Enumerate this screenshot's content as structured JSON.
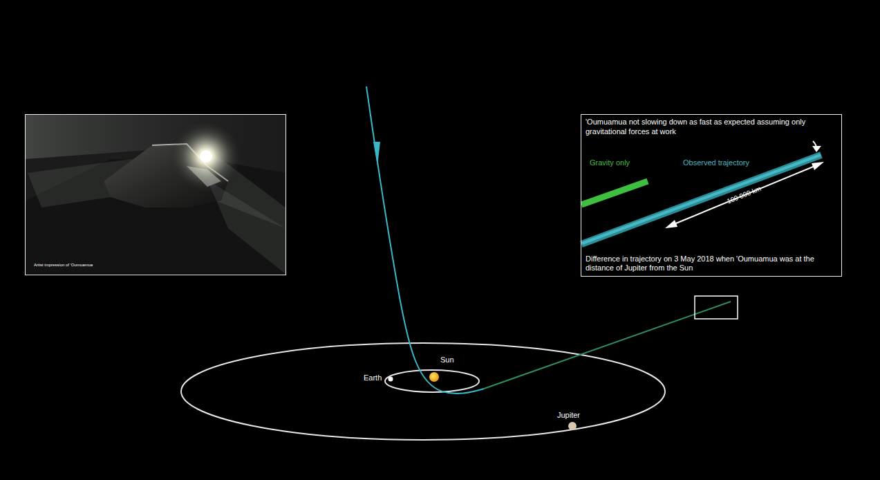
{
  "diagram": {
    "nodes": [
      {
        "text": [
          "Artist impression of 'Oumuamua"
        ]
      },
      {
        "text": [
          "'Oumuamua not slowing down as fast as expected assuming only gravitational forces at work",
          "Difference in trajectory on 3 May 2018 when 'Oumuamua was at the distance of Jupiter from the Sun"
        ]
      }
    ],
    "labels": [
      "Sun",
      "Earth",
      "Jupiter",
      "Gravity only",
      "Observed trajectory",
      "100 000 km"
    ]
  }
}
